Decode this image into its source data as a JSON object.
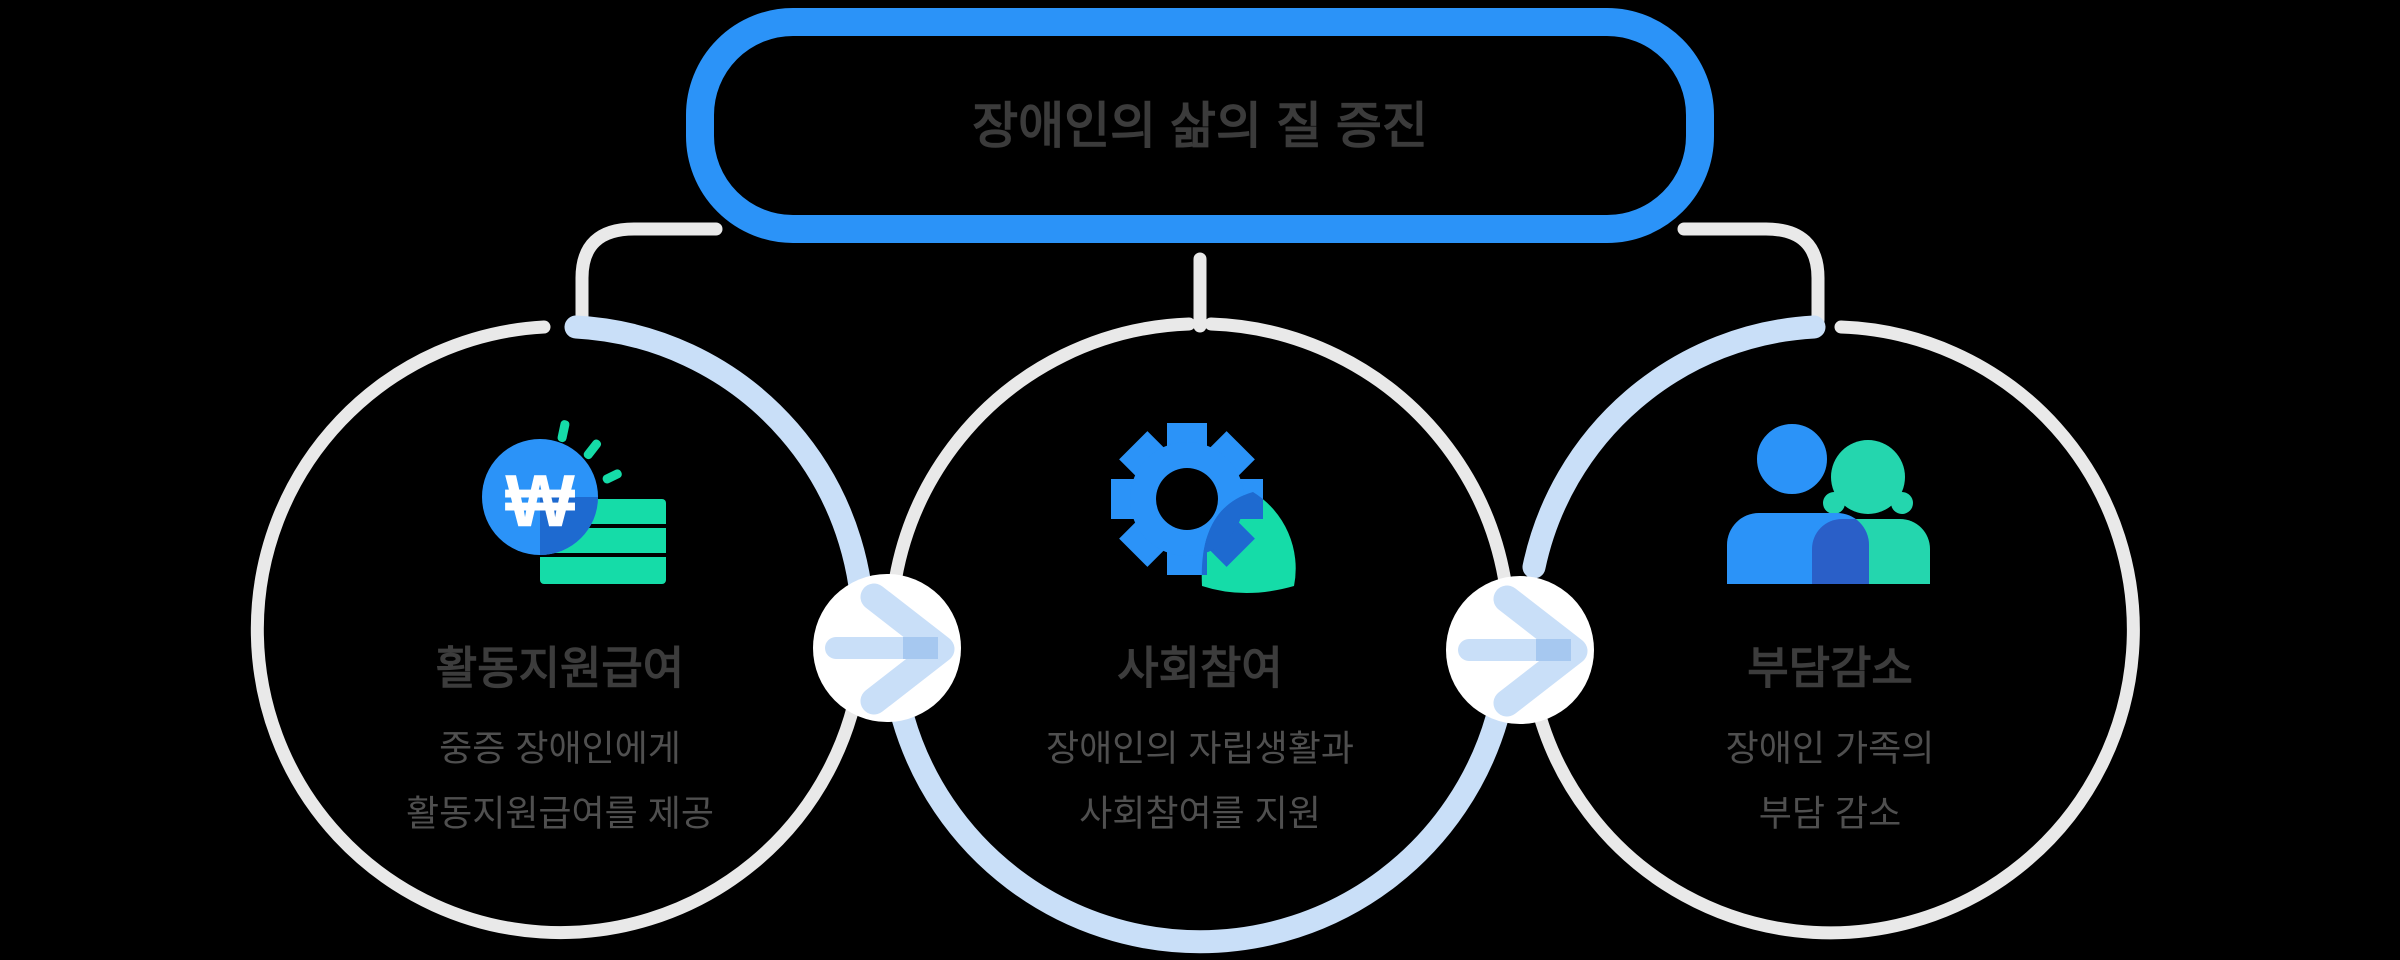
{
  "banner": {
    "label": "장애인의 삶의 질 증진"
  },
  "steps": [
    {
      "title": "활동지원급여",
      "desc_line1": "중증 장애인에게",
      "desc_line2": "활동지원급여를 제공",
      "icon": "won-coin-money-icon"
    },
    {
      "title": "사회참여",
      "desc_line1": "장애인의 자립생활과",
      "desc_line2": "사회참여를 지원",
      "icon": "gear-leaf-icon"
    },
    {
      "title": "부담감소",
      "desc_line1": "장애인 가족의",
      "desc_line2": "부담 감소",
      "icon": "family-people-icon"
    }
  ],
  "icons": {
    "won_symbol": "₩",
    "arrow_between_steps": "right-arrow-icon"
  },
  "colors": {
    "background": "#000000",
    "accent_blue": "#2b93f8",
    "dark_blue_overlap": "#1e6ad0",
    "people_overlap_blue": "#2a5fc8",
    "teal": "#15dca8",
    "teal_alt": "#24d6ae",
    "gray_outline": "#e9e9e9",
    "light_blue": "#c9dff8",
    "arrow_overlap": "#a6c8f0",
    "badge_white": "#ffffff",
    "banner_text": "#3b3b3b",
    "title_text": "#3c3c3c",
    "body_text": "#4f4f4f"
  }
}
